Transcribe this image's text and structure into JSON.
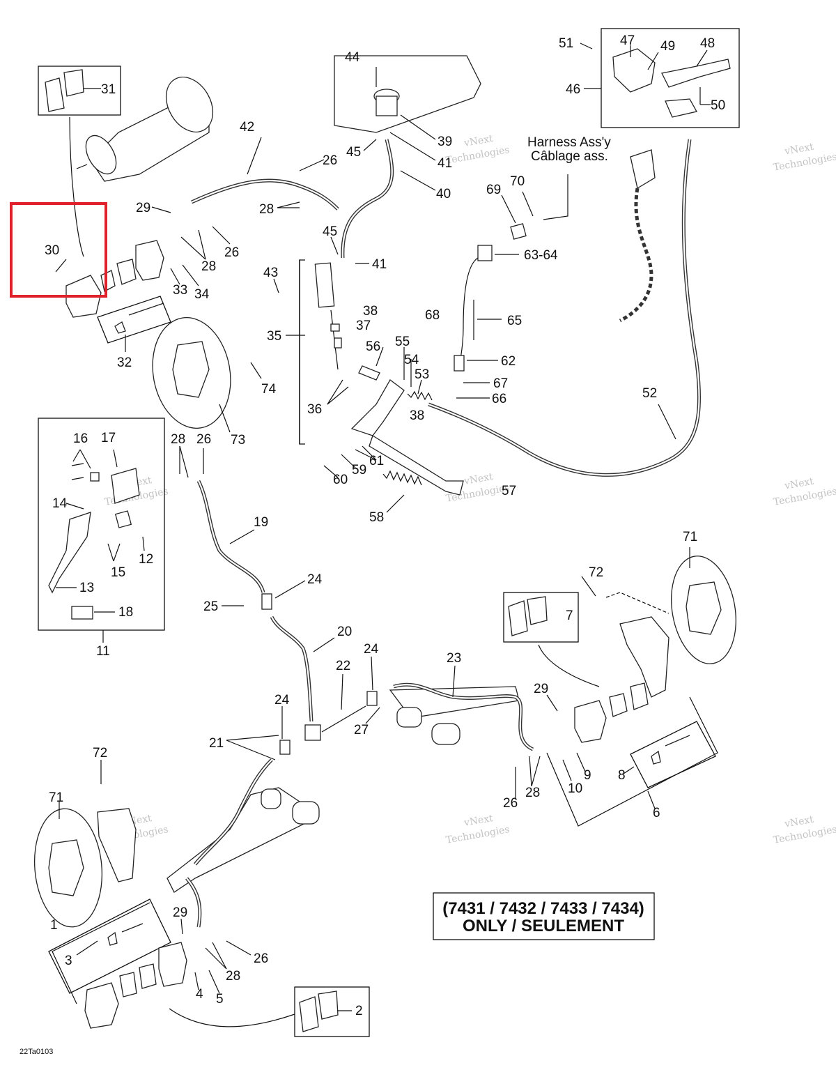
{
  "diagram_code": "22Ta0103",
  "note_line1": "(7431 / 7432 / 7433 / 7434)",
  "note_line2": "ONLY / SEULEMENT",
  "harness_line1": "Harness Ass'y",
  "harness_line2": "Câblage ass.",
  "watermark_line1": "vNext",
  "watermark_line2": "Technologies",
  "highlight_color": "#e0202a",
  "callouts": {
    "c1": "1",
    "c2": "2",
    "c3": "3",
    "c4": "4",
    "c5": "5",
    "c6": "6",
    "c7": "7",
    "c8": "8",
    "c9": "9",
    "c10": "10",
    "c11": "11",
    "c12": "12",
    "c13": "13",
    "c14": "14",
    "c15": "15",
    "c16": "16",
    "c17": "17",
    "c18": "18",
    "c19": "19",
    "c20": "20",
    "c21": "21",
    "c22": "22",
    "c23": "23",
    "c24": "24",
    "c25": "25",
    "c26": "26",
    "c27": "27",
    "c28": "28",
    "c29": "29",
    "c30": "30",
    "c31": "31",
    "c32": "32",
    "c33": "33",
    "c34": "34",
    "c35": "35",
    "c36": "36",
    "c37": "37",
    "c38": "38",
    "c39": "39",
    "c40": "40",
    "c41": "41",
    "c42": "42",
    "c43": "43",
    "c44": "44",
    "c45": "45",
    "c46": "46",
    "c47": "47",
    "c48": "48",
    "c49": "49",
    "c50": "50",
    "c51": "51",
    "c52": "52",
    "c53": "53",
    "c54": "54",
    "c55": "55",
    "c56": "56",
    "c57": "57",
    "c58": "58",
    "c59": "59",
    "c60": "60",
    "c61": "61",
    "c62": "62",
    "c6364": "63-64",
    "c65": "65",
    "c66": "66",
    "c67": "67",
    "c68": "68",
    "c69": "69",
    "c70": "70",
    "c71": "71",
    "c72": "72",
    "c73": "73",
    "c74": "74"
  }
}
